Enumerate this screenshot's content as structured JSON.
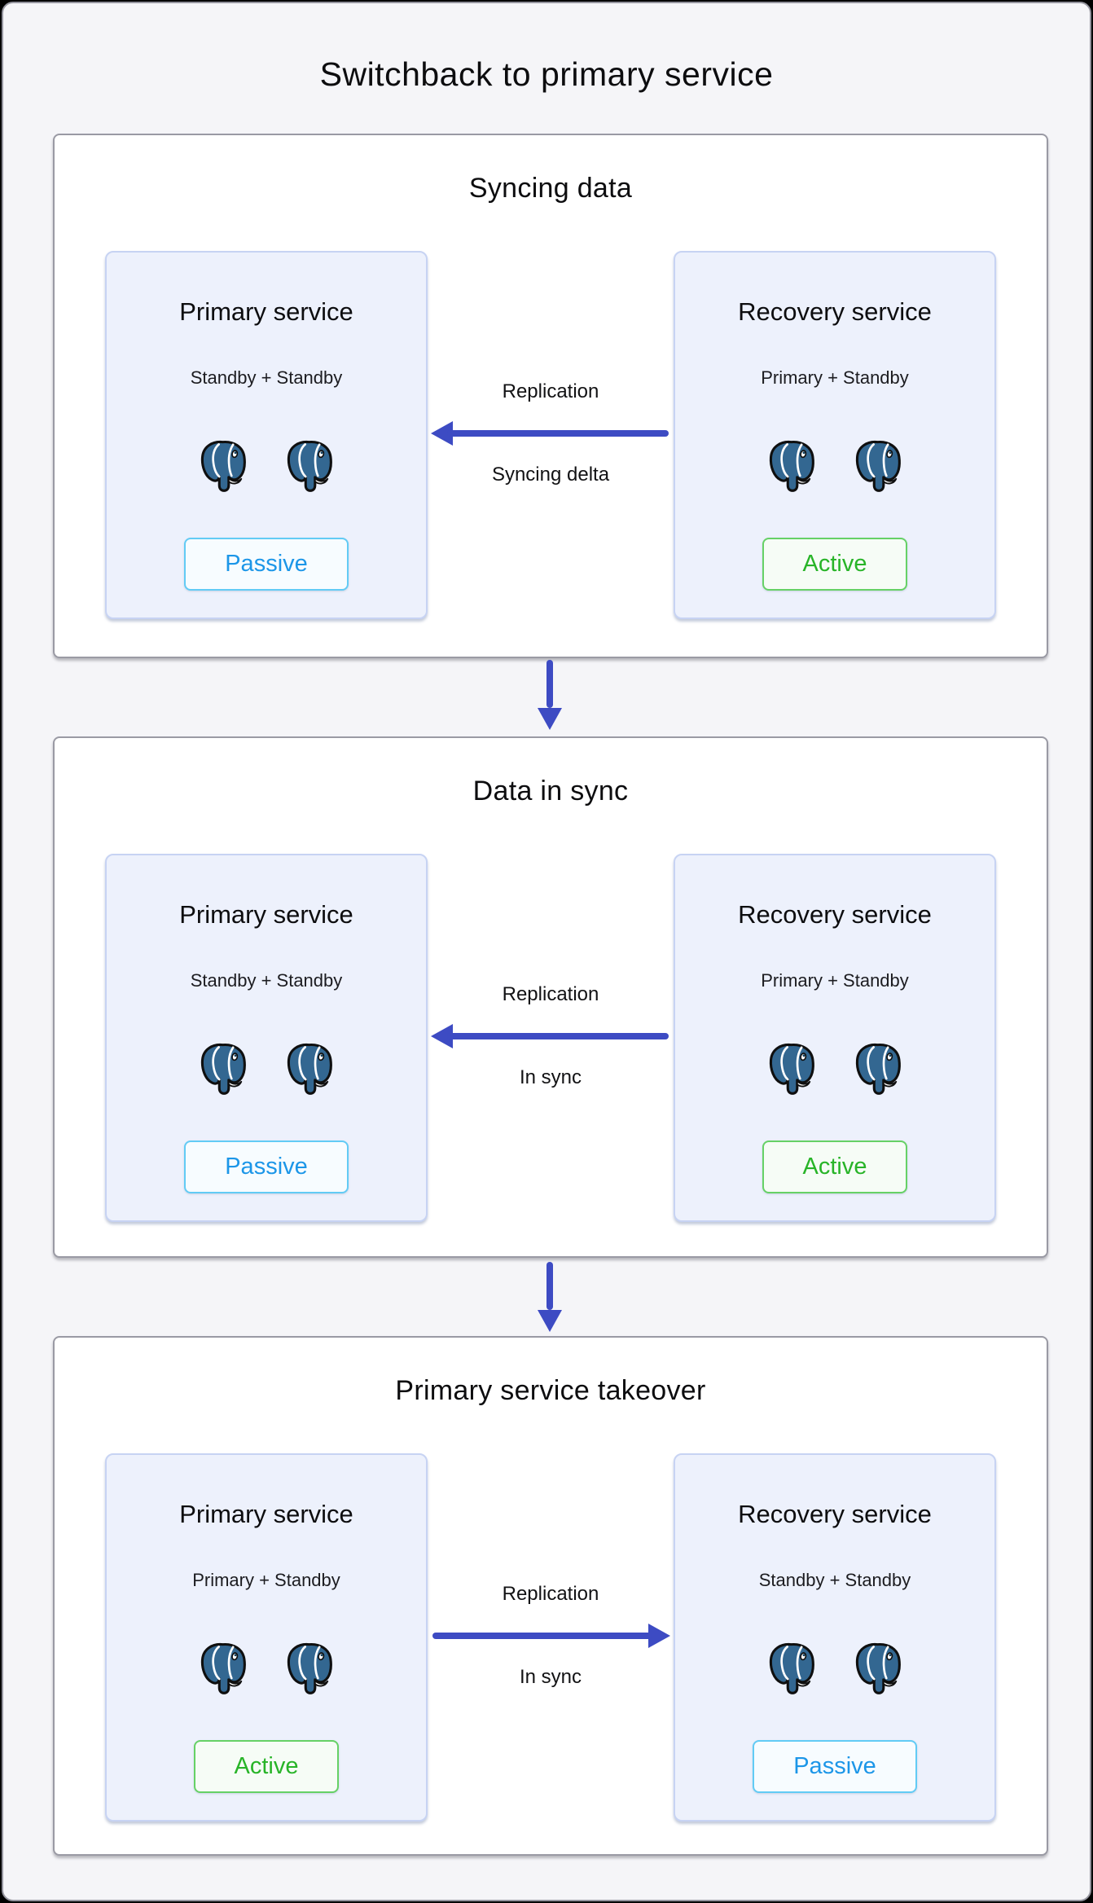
{
  "page": {
    "title": "Switchback to primary service",
    "background": "#F5F5F8"
  },
  "colors": {
    "arrow_indigo": "#3D4BC3",
    "postgres_blue": "#336791",
    "passive_text": "#1C96E8",
    "passive_border": "#62CBF5",
    "active_text": "#28B428",
    "active_border": "#66D166",
    "card_background": "#EDF1FC",
    "card_border": "#C7D3F3",
    "section_border": "#9A9AA4"
  },
  "icons": {
    "postgres_elephant": "postgresql-elephant-icon",
    "down_arrow": "down-arrow-icon",
    "left_arrow": "left-arrow-icon",
    "right_arrow": "right-arrow-icon"
  },
  "sections": [
    {
      "title": "Syncing data",
      "cards": [
        {
          "title": "Primary service",
          "subtitle": "Standby + Standby",
          "badge": {
            "label": "Passive",
            "state": "passive"
          }
        },
        {
          "title": "Recovery service",
          "subtitle": "Primary + Standby",
          "badge": {
            "label": "Active",
            "state": "active"
          }
        }
      ],
      "arrow": {
        "direction": "left",
        "label_top": "Replication",
        "label_bottom": "Syncing delta"
      }
    },
    {
      "title": "Data in sync",
      "cards": [
        {
          "title": "Primary service",
          "subtitle": "Standby + Standby",
          "badge": {
            "label": "Passive",
            "state": "passive"
          }
        },
        {
          "title": "Recovery service",
          "subtitle": "Primary + Standby",
          "badge": {
            "label": "Active",
            "state": "active"
          }
        }
      ],
      "arrow": {
        "direction": "left",
        "label_top": "Replication",
        "label_bottom": "In sync"
      }
    },
    {
      "title": "Primary service takeover",
      "cards": [
        {
          "title": "Primary service",
          "subtitle": "Primary + Standby",
          "badge": {
            "label": "Active",
            "state": "active"
          }
        },
        {
          "title": "Recovery service",
          "subtitle": "Standby + Standby",
          "badge": {
            "label": "Passive",
            "state": "passive"
          }
        }
      ],
      "arrow": {
        "direction": "right",
        "label_top": "Replication",
        "label_bottom": "In sync"
      }
    }
  ]
}
